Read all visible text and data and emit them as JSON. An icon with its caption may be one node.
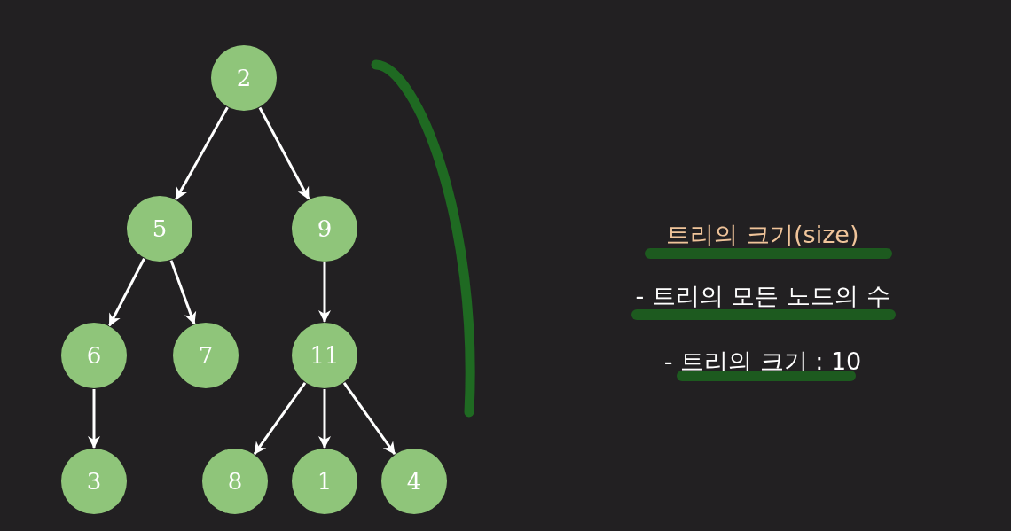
{
  "diagram": {
    "nodes": [
      {
        "text": [
          "2"
        ]
      },
      {
        "text": [
          "5"
        ]
      },
      {
        "text": [
          "9"
        ]
      },
      {
        "text": [
          "6"
        ]
      },
      {
        "text": [
          "7"
        ]
      },
      {
        "text": [
          "11"
        ]
      },
      {
        "text": [
          "3"
        ]
      },
      {
        "text": [
          "8"
        ]
      },
      {
        "text": [
          "1"
        ]
      },
      {
        "text": [
          "4"
        ]
      }
    ],
    "edges": [
      {
        "from": 0,
        "to": 1,
        "arrow": "to"
      },
      {
        "from": 0,
        "to": 2,
        "arrow": "to"
      },
      {
        "from": 1,
        "to": 3,
        "arrow": "to"
      },
      {
        "from": 1,
        "to": 4,
        "arrow": "to"
      },
      {
        "from": 2,
        "to": 5,
        "arrow": "to"
      },
      {
        "from": 3,
        "to": 6,
        "arrow": "to"
      },
      {
        "from": 5,
        "to": 7,
        "arrow": "to"
      },
      {
        "from": 5,
        "to": 8,
        "arrow": "to"
      },
      {
        "from": 5,
        "to": 9,
        "arrow": "to"
      }
    ],
    "labels": [
      "트리의 크기(size)",
      "- 트리의 모든 노드의 수",
      "- 트리의 크기 : 10"
    ]
  }
}
